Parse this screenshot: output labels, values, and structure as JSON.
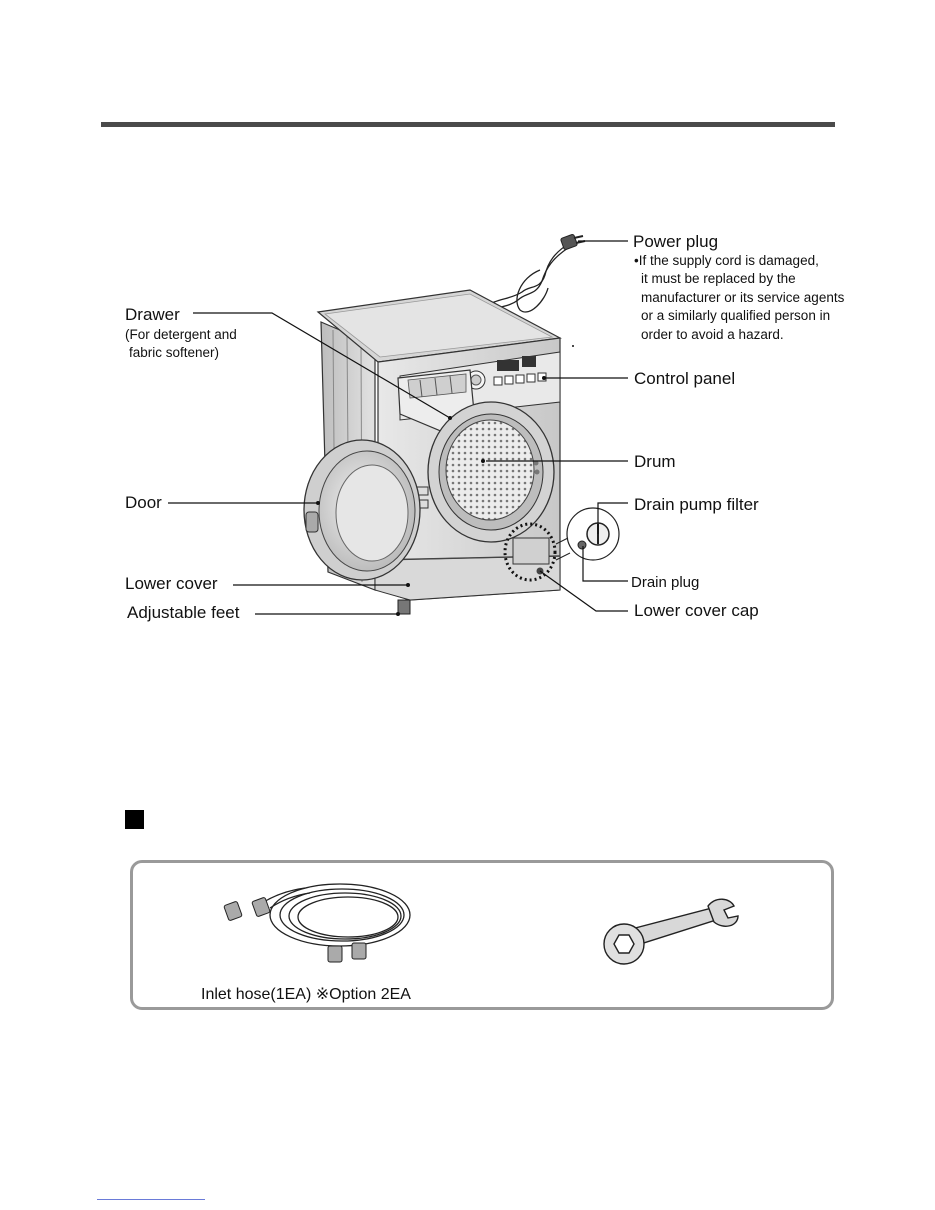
{
  "labels": {
    "power_plug": "Power plug",
    "power_note": [
      "If the supply cord is damaged,",
      "it must be replaced by the",
      "manufacturer or its service agents",
      "or a similarly qualified person in",
      "order to avoid a hazard."
    ],
    "drawer": "Drawer",
    "drawer_sub": [
      "(For detergent and",
      "fabric softener)"
    ],
    "control_panel": "Control panel",
    "drum": "Drum",
    "door": "Door",
    "drain_pump_filter": "Drain pump filter",
    "lower_cover": "Lower cover",
    "drain_plug": "Drain plug",
    "adjustable_feet": "Adjustable feet",
    "lower_cover_cap": "Lower cover cap"
  },
  "accessories": {
    "inlet_hose": "Inlet hose(1EA)  ※Option 2EA"
  }
}
